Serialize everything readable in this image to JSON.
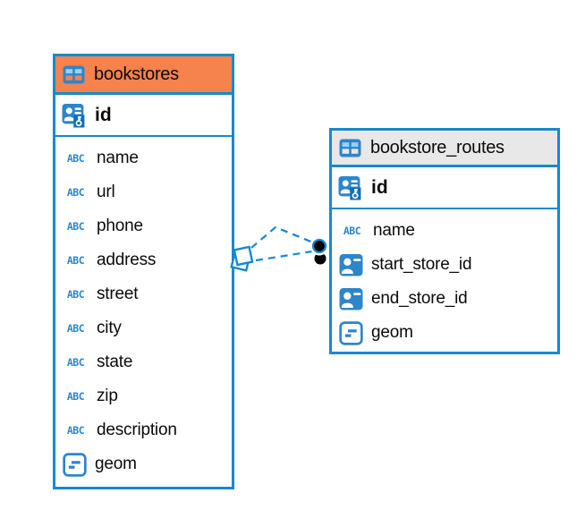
{
  "colors": {
    "accent_blue": "#1789CE",
    "icon_blue": "#2E85CB",
    "icon_blue_light": "#9AD1F1",
    "bookstores_header_bg": "#F6824E",
    "routes_header_bg": "#E8E8E8",
    "connector_endpoint_fill": "#000000",
    "text": "#0B0B0B",
    "canvas_bg": "#FFFFFF"
  },
  "icons": {
    "text_type": "ABC",
    "table_icon": "table-grid",
    "pk_icon": "person-with-key",
    "fk_icon": "person-card",
    "geom_icon": "geometry-box"
  },
  "tables": [
    {
      "name": "bookstores",
      "columns": [
        {
          "name": "id",
          "type": "primary-key"
        },
        {
          "name": "name",
          "type": "text"
        },
        {
          "name": "url",
          "type": "text"
        },
        {
          "name": "phone",
          "type": "text"
        },
        {
          "name": "address",
          "type": "text"
        },
        {
          "name": "street",
          "type": "text"
        },
        {
          "name": "city",
          "type": "text"
        },
        {
          "name": "state",
          "type": "text"
        },
        {
          "name": "zip",
          "type": "text"
        },
        {
          "name": "description",
          "type": "text"
        },
        {
          "name": "geom",
          "type": "geometry"
        }
      ]
    },
    {
      "name": "bookstore_routes",
      "columns": [
        {
          "name": "id",
          "type": "primary-key"
        },
        {
          "name": "name",
          "type": "text"
        },
        {
          "name": "start_store_id",
          "type": "foreign-key"
        },
        {
          "name": "end_store_id",
          "type": "foreign-key"
        },
        {
          "name": "geom",
          "type": "geometry"
        }
      ]
    }
  ],
  "relationships": [
    {
      "from_table": "bookstore_routes",
      "to_table": "bookstores",
      "line_style": "dashed",
      "source_marker": "stacked-squares",
      "target_marker": "filled-circle"
    },
    {
      "from_table": "bookstore_routes",
      "to_table": "bookstores",
      "line_style": "dashed",
      "source_marker": "stacked-squares",
      "target_marker": "filled-circle"
    }
  ]
}
